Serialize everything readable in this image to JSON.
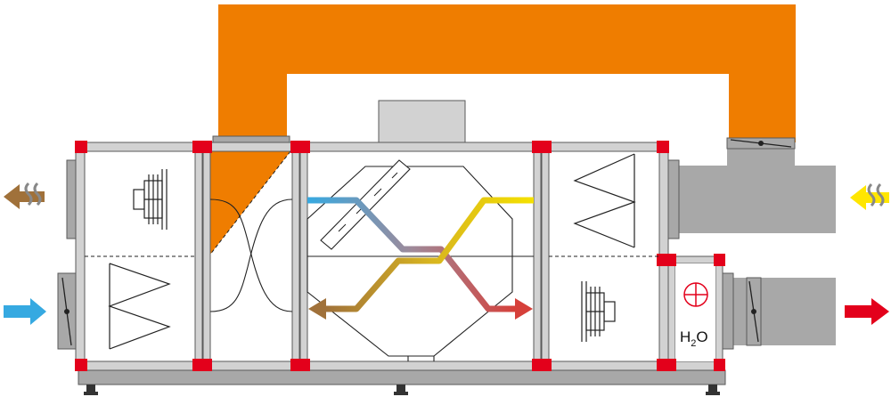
{
  "humidifier": {
    "label_main": "H",
    "label_sub": "2",
    "label_tail": "O"
  },
  "colors": {
    "return_duct": "#ef7d00",
    "casing": "#d2d2d2",
    "casing_stroke": "#5a5a5a",
    "corner": "#e3001b",
    "duct_gray": "#a8a8a8",
    "exhaust_arrow": "#a0713a",
    "intake_arrow": "#36a9e1",
    "supply_arrow": "#e3001b",
    "return_arrow": "#ffe600"
  },
  "icons": [
    "exhaust-air-arrow-icon",
    "outdoor-air-arrow-icon",
    "extract-air-arrow-icon",
    "supply-air-arrow-icon",
    "fan-icon",
    "filter-icon",
    "damper-icon",
    "plus-circle-icon"
  ]
}
